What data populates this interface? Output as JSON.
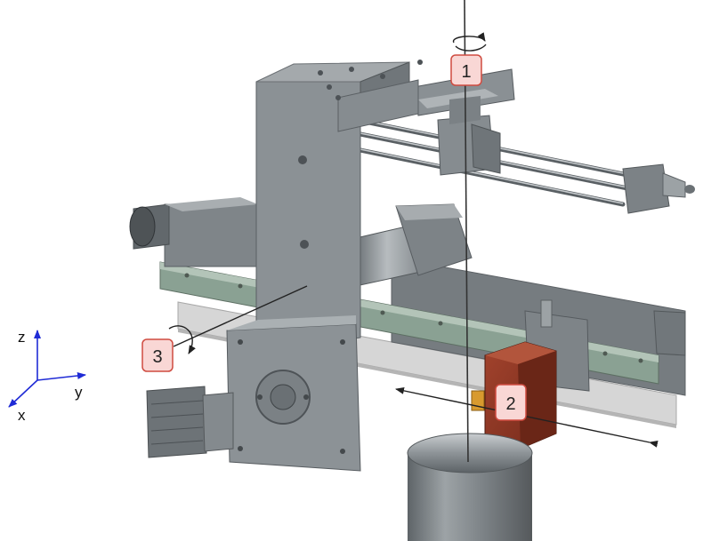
{
  "callouts": [
    {
      "number": "1",
      "fill": "#f9d7d5",
      "stroke": "#cf4b40"
    },
    {
      "number": "2",
      "fill": "#f9d7d5",
      "stroke": "#cf4b40"
    },
    {
      "number": "3",
      "fill": "#f9d7d5",
      "stroke": "#cf4b40"
    }
  ],
  "axes": {
    "z": "z",
    "y": "y",
    "x": "x",
    "color": "#1f2bd6"
  },
  "colors": {
    "metal": "#8d9397",
    "metal_dark": "#6e7478",
    "metal_light": "#b4b9bc",
    "rail": "#7d8f84",
    "rail_light": "#a9b9ae",
    "carriage_red": "#8f3523",
    "carriage_red_dark": "#6e271a",
    "spindle": "#7b8185",
    "base_plate": "#d4d4d4"
  }
}
